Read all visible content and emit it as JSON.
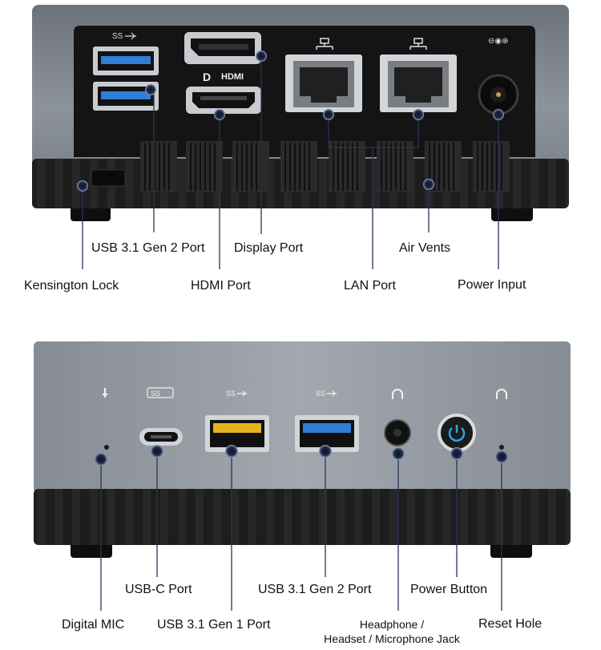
{
  "rear_panel": {
    "usb_speed_logo": "SS",
    "hdmi_logo": "HDMI",
    "dp_logo": "D",
    "callouts": {
      "usb31_gen2": "USB 3.1 Gen 2 Port",
      "display_port": "Display Port",
      "air_vents": "Air Vents",
      "kensington_lock": "Kensington Lock",
      "hdmi_port": "HDMI Port",
      "lan_port": "LAN Port",
      "power_input": "Power Input"
    }
  },
  "front_panel": {
    "usb_speed_logo": "SS",
    "callouts": {
      "usb_c_port": "USB-C Port",
      "usb31_gen2": "USB 3.1 Gen 2 Port",
      "power_button": "Power Button",
      "digital_mic": "Digital MIC",
      "usb31_gen1": "USB 3.1 Gen 1 Port",
      "headphone_line1": "Headphone /",
      "headphone_line2": "Headset / Microphone Jack",
      "reset_hole": "Reset Hole"
    }
  },
  "colors": {
    "chassis_top": "#7f858c",
    "chassis_face": "#9aa0a6",
    "panel_black": "#151515",
    "usb_blue": "#2f7fd6",
    "usb_yellow": "#e8b21e",
    "callout_dot": "#1f2a44",
    "power_led": "#2aa6e8"
  }
}
